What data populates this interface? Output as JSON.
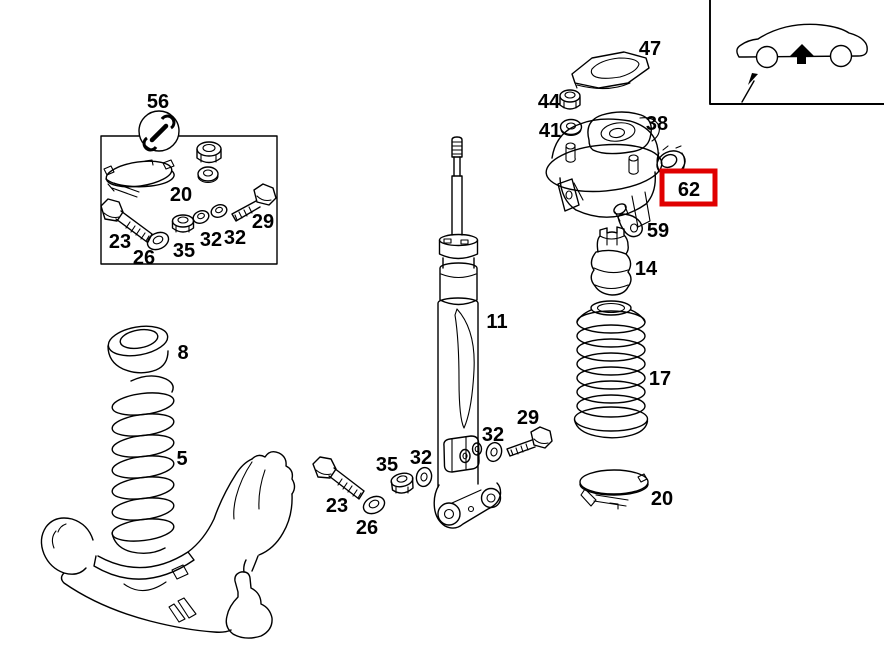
{
  "diagram": {
    "kind": "exploded-parts-diagram",
    "background_color": "#ffffff",
    "line_color": "#000000",
    "highlight_color": "#e00000",
    "selected_callout": "62"
  },
  "inset": {
    "vehicle_icon": "sedan-side-view",
    "lift_arrow_icon": "filled-up-arrow",
    "pointer_arrow_icon": "thin-arrow-to-front-axle"
  },
  "tool_icon": "open-end-wrench",
  "callouts": [
    {
      "label": "56"
    },
    {
      "label": "20"
    },
    {
      "label": "23"
    },
    {
      "label": "26"
    },
    {
      "label": "35"
    },
    {
      "label": "32"
    },
    {
      "label": "32"
    },
    {
      "label": "29"
    },
    {
      "label": "8"
    },
    {
      "label": "5"
    },
    {
      "label": "11"
    },
    {
      "label": "47"
    },
    {
      "label": "44"
    },
    {
      "label": "41"
    },
    {
      "label": "38"
    },
    {
      "label": "62",
      "highlighted": true
    },
    {
      "label": "59"
    },
    {
      "label": "14"
    },
    {
      "label": "17"
    },
    {
      "label": "20"
    },
    {
      "label": "32"
    },
    {
      "label": "35"
    },
    {
      "label": "23"
    },
    {
      "label": "26"
    },
    {
      "label": "32"
    },
    {
      "label": "29"
    }
  ]
}
